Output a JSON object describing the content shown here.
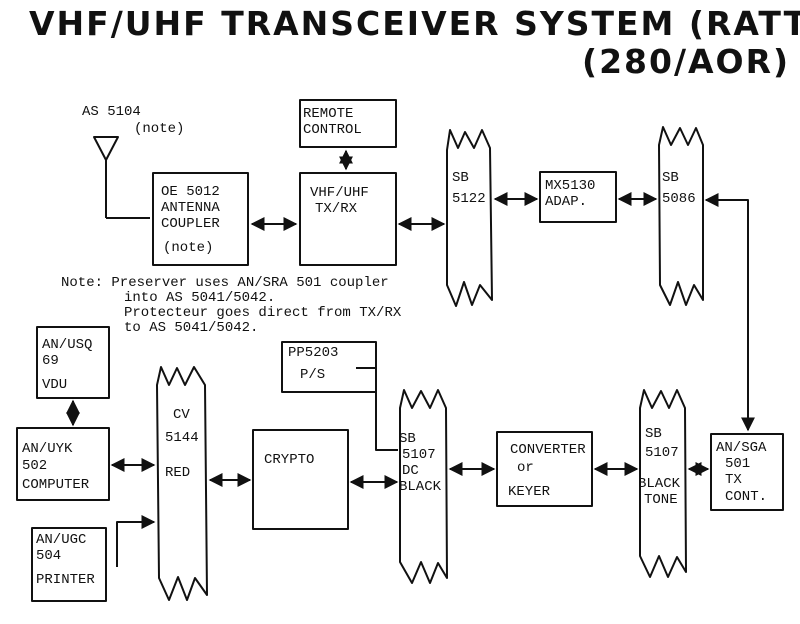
{
  "title": {
    "line1": "VHF/UHF TRANSCEIVER SYSTEM (RATT)",
    "line2": "(280/AOR)"
  },
  "antenna": {
    "l1": "AS 5104",
    "l2": "(note)"
  },
  "oe5012": {
    "l1": "OE 5012",
    "l2": "ANTENNA",
    "l3": "COUPLER",
    "l4": "(note)"
  },
  "remote": {
    "l1": "REMOTE",
    "l2": "CONTROL"
  },
  "txrx": {
    "l1": "VHF/UHF",
    "l2": "TX/RX"
  },
  "sb5122": {
    "l1": "SB",
    "l2": "5122"
  },
  "mx5130": {
    "l1": "MX5130",
    "l2": "ADAP."
  },
  "sb5086": {
    "l1": "SB",
    "l2": "5086"
  },
  "note": {
    "l1": "Note: Preserver uses AN/SRA 501 coupler",
    "l2": "into AS 5041/5042.",
    "l3": "Protecteur goes direct from TX/RX",
    "l4": "to AS 5041/5042."
  },
  "usq": {
    "l1": "AN/USQ",
    "l2": "69",
    "l3": "VDU"
  },
  "pp5203": {
    "l1": "PP5203",
    "l2": "P/S"
  },
  "cv5144": {
    "l1": "CV",
    "l2": "5144",
    "l3": "RED"
  },
  "uyk": {
    "l1": "AN/UYK",
    "l2": "502",
    "l3": "COMPUTER"
  },
  "crypto": {
    "l1": "CRYPTO"
  },
  "sb5107dc": {
    "l1": "SB",
    "l2": "5107",
    "l3": "DC",
    "l4": "BLACK"
  },
  "converter": {
    "l1": "CONVERTER",
    "l2": "or",
    "l3": "KEYER"
  },
  "sb5107tone": {
    "l1": "SB",
    "l2": "5107",
    "l3": "BLACK",
    "l4": "TONE"
  },
  "sga": {
    "l1": "AN/SGA",
    "l2": "501",
    "l3": "TX",
    "l4": "CONT."
  },
  "ugc": {
    "l1": "AN/UGC",
    "l2": "504",
    "l3": "PRINTER"
  }
}
